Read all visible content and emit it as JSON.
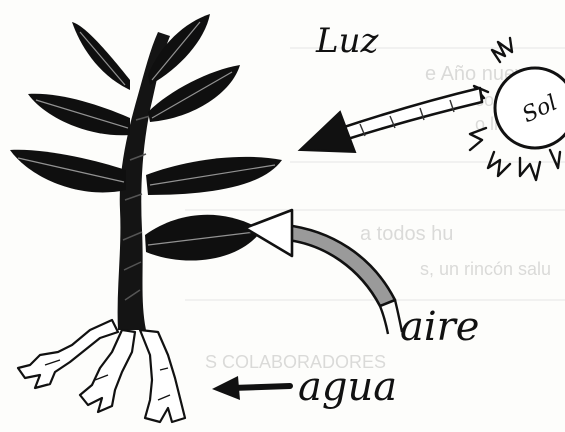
{
  "labels": {
    "light": "Luz",
    "sun": "Sol",
    "air": "aire",
    "water": "agua"
  },
  "bleed_through": {
    "line1": "e Año nueve",
    "line2": "con sus",
    "line3": "o lleno de",
    "line4": "a todos hu",
    "line5": "s, un rincón salu",
    "line6": "S COLABORADORES"
  },
  "colors": {
    "ink": "#111111",
    "paper": "#fdfdfb",
    "bleed": "#9a9a9a"
  }
}
